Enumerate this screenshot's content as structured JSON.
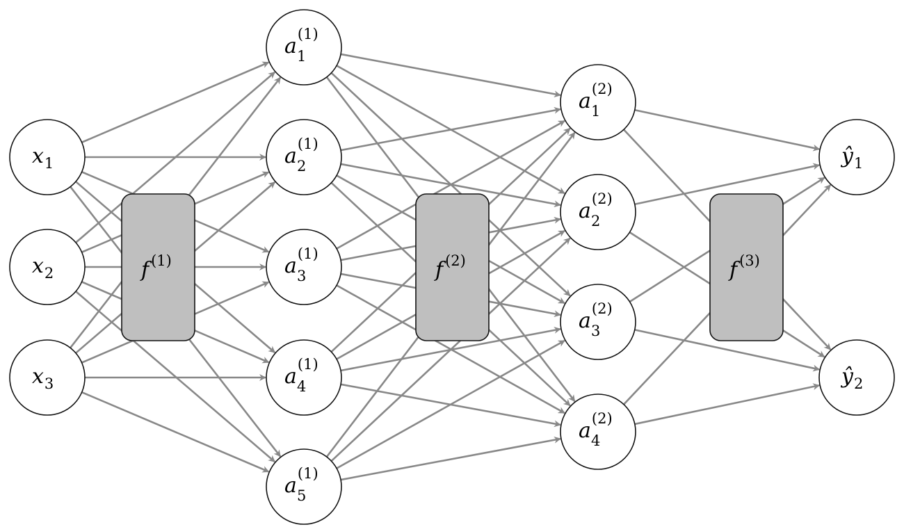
{
  "layers": [
    {
      "nodes": [
        {
          "base": "x",
          "sub": "1",
          "sup": ""
        },
        {
          "base": "x",
          "sub": "2",
          "sup": ""
        },
        {
          "base": "x",
          "sub": "3",
          "sup": ""
        }
      ]
    },
    {
      "nodes": [
        {
          "base": "a",
          "sub": "1",
          "sup": "(1)"
        },
        {
          "base": "a",
          "sub": "2",
          "sup": "(1)"
        },
        {
          "base": "a",
          "sub": "3",
          "sup": "(1)"
        },
        {
          "base": "a",
          "sub": "4",
          "sup": "(1)"
        },
        {
          "base": "a",
          "sub": "5",
          "sup": "(1)"
        }
      ]
    },
    {
      "nodes": [
        {
          "base": "a",
          "sub": "1",
          "sup": "(2)"
        },
        {
          "base": "a",
          "sub": "2",
          "sup": "(2)"
        },
        {
          "base": "a",
          "sub": "3",
          "sup": "(2)"
        },
        {
          "base": "a",
          "sub": "4",
          "sup": "(2)"
        }
      ]
    },
    {
      "nodes": [
        {
          "base": "ŷ",
          "sub": "1",
          "sup": ""
        },
        {
          "base": "ŷ",
          "sub": "2",
          "sup": ""
        }
      ]
    }
  ],
  "functions": [
    {
      "base": "f",
      "sup": "(1)"
    },
    {
      "base": "f",
      "sup": "(2)"
    },
    {
      "base": "f",
      "sup": "(3)"
    }
  ],
  "connectivity": "fully-connected",
  "colors": {
    "edge": "#888888",
    "function_box": "#bfbfbf",
    "node_fill": "#ffffff"
  }
}
